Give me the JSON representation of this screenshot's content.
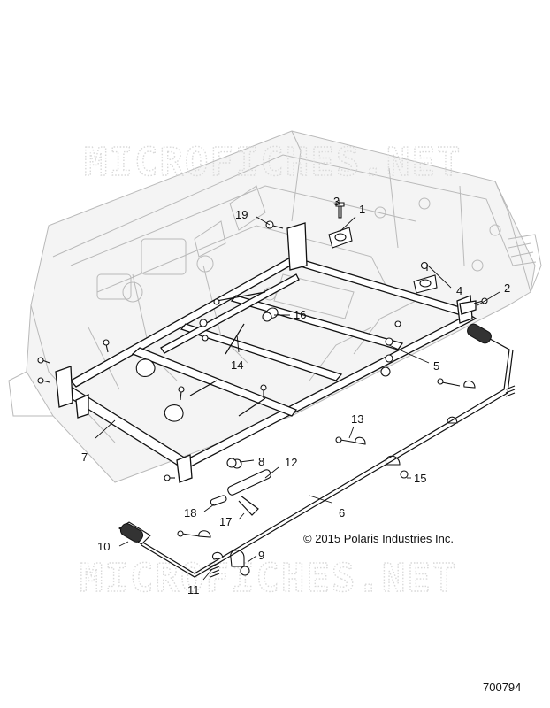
{
  "watermark": "MICROFICHES.NET",
  "copyright": "© 2015 Polaris Industries Inc.",
  "diagram_number": "700794",
  "callouts": [
    "1",
    "2",
    "3",
    "4",
    "5",
    "6",
    "7",
    "8",
    "9",
    "10",
    "11",
    "12",
    "13",
    "14",
    "15",
    "16",
    "17",
    "18",
    "19"
  ]
}
